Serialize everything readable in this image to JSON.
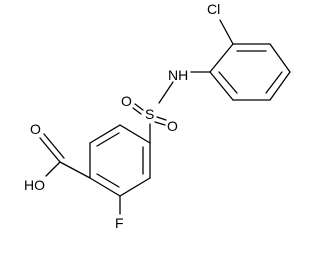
{
  "molecule": {
    "atoms": {
      "chlorine": "Cl",
      "amine": "NH",
      "sulfur": "S",
      "oxygen_left": "O",
      "oxygen_bottom": "O",
      "hydroxyl": "HO",
      "carbonyl_oxygen": "O",
      "fluorine": "F"
    },
    "colors": {
      "ink": "#000000",
      "background": "#ffffff"
    }
  }
}
